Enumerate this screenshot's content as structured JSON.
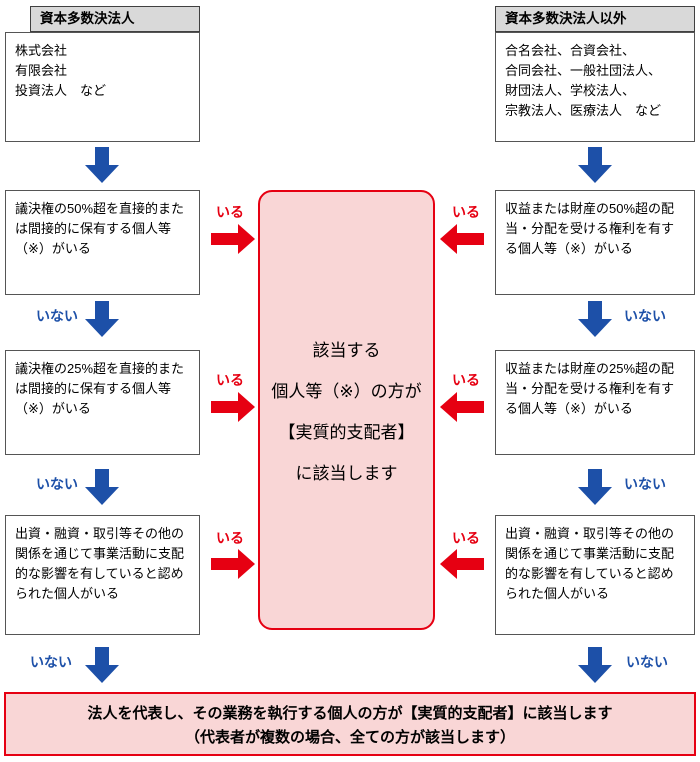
{
  "left_column": {
    "header": "資本多数決法人",
    "intro": "株式会社\n有限会社\n投資法人　など",
    "steps": [
      {
        "text": "議決権の50%超を直接的または間接的に保有する個人等（※）がいる"
      },
      {
        "text": "議決権の25%超を直接的または間接的に保有する個人等（※）がいる"
      },
      {
        "text": "出資・融資・取引等その他の関係を通じて事業活動に支配的な影響を有していると認められた個人がいる"
      }
    ]
  },
  "right_column": {
    "header": "資本多数決法人以外",
    "intro": "合名会社、合資会社、\n合同会社、一般社団法人、\n財団法人、学校法人、\n宗教法人、医療法人　など",
    "steps": [
      {
        "text": "収益または財産の50%超の配当・分配を受ける権利を有する個人等（※）がいる"
      },
      {
        "text": "収益または財産の25%超の配当・分配を受ける権利を有する個人等（※）がいる"
      },
      {
        "text": "出資・融資・取引等その他の関係を通じて事業活動に支配的な影響を有していると認められた個人がいる"
      }
    ]
  },
  "labels": {
    "yes": "いる",
    "no": "いない"
  },
  "center_box": {
    "line1": "該当する",
    "line2": "個人等（※）の方が",
    "line3": "【実質的支配者】",
    "line4": "に該当します"
  },
  "bottom_box": {
    "line1": "法人を代表し、その業務を執行する個人の方が【実質的支配者】に該当します",
    "line2": "（代表者が複数の場合、全ての方が該当します）"
  },
  "colors": {
    "blue": "#1d50a8",
    "red": "#e60012",
    "pink": "#f9d6d6",
    "header_gray": "#d9d9d9"
  }
}
